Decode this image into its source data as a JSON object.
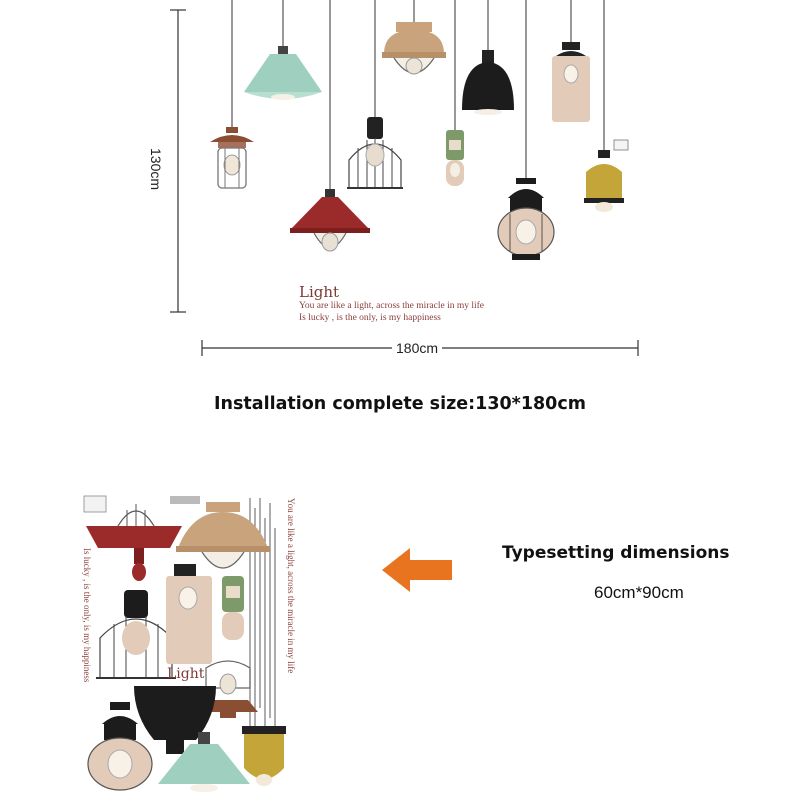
{
  "top_illustration": {
    "light_word": "Light",
    "tagline_1": "You are like a light, across the miracle in my life",
    "tagline_2": "Is lucky , is the only, is my happiness",
    "height_label": "130cm",
    "width_label": "180cm"
  },
  "installation_caption": "Installation complete size:130*180cm",
  "sheet": {
    "light_word": "Light",
    "vertical_text_right": "You are like a light, across the miracle in my life",
    "vertical_text_left": "Is lucky , is the only, is my happiness"
  },
  "typesetting": {
    "title": "Typesetting dimensions",
    "size": "60cm*90cm"
  },
  "colors": {
    "mint": "#9fd0bf",
    "red": "#9b2a2a",
    "tan": "#c9a37c",
    "black": "#1c1c1c",
    "olive": "#7f9a6a",
    "mustard": "#c4a53a",
    "beige": "#e2cbb8",
    "arrow": "#e87420"
  }
}
